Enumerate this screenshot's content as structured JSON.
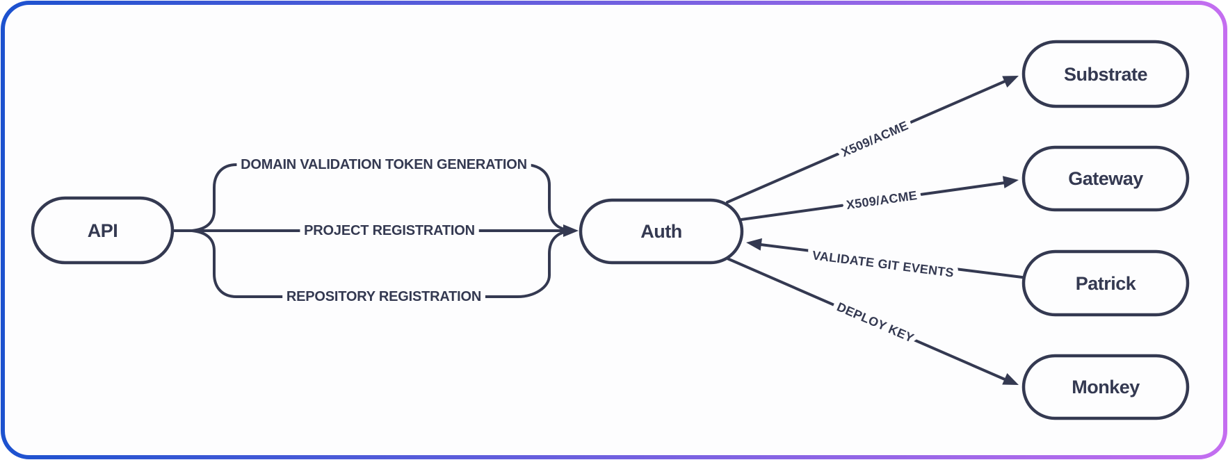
{
  "diagram": {
    "colors": {
      "ink": "#343951",
      "gradient_blue": "#1d52cf",
      "gradient_purple": "#c46ef0",
      "background": "#fdfdfe"
    },
    "nodes": {
      "api": {
        "label": "API"
      },
      "auth": {
        "label": "Auth"
      },
      "substrate": {
        "label": "Substrate"
      },
      "gateway": {
        "label": "Gateway"
      },
      "patrick": {
        "label": "Patrick"
      },
      "monkey": {
        "label": "Monkey"
      }
    },
    "edges": {
      "domain_validation": {
        "label": "DOMAIN VALIDATION TOKEN GENERATION"
      },
      "project_registration": {
        "label": "PROJECT REGISTRATION"
      },
      "repository_registration": {
        "label": "REPOSITORY REGISTRATION"
      },
      "auth_substrate": {
        "label": "X509/ACME"
      },
      "auth_gateway": {
        "label": "X509/ACME"
      },
      "patrick_auth": {
        "label": "VALIDATE GIT EVENTS"
      },
      "auth_monkey": {
        "label": "DEPLOY KEY"
      }
    }
  }
}
